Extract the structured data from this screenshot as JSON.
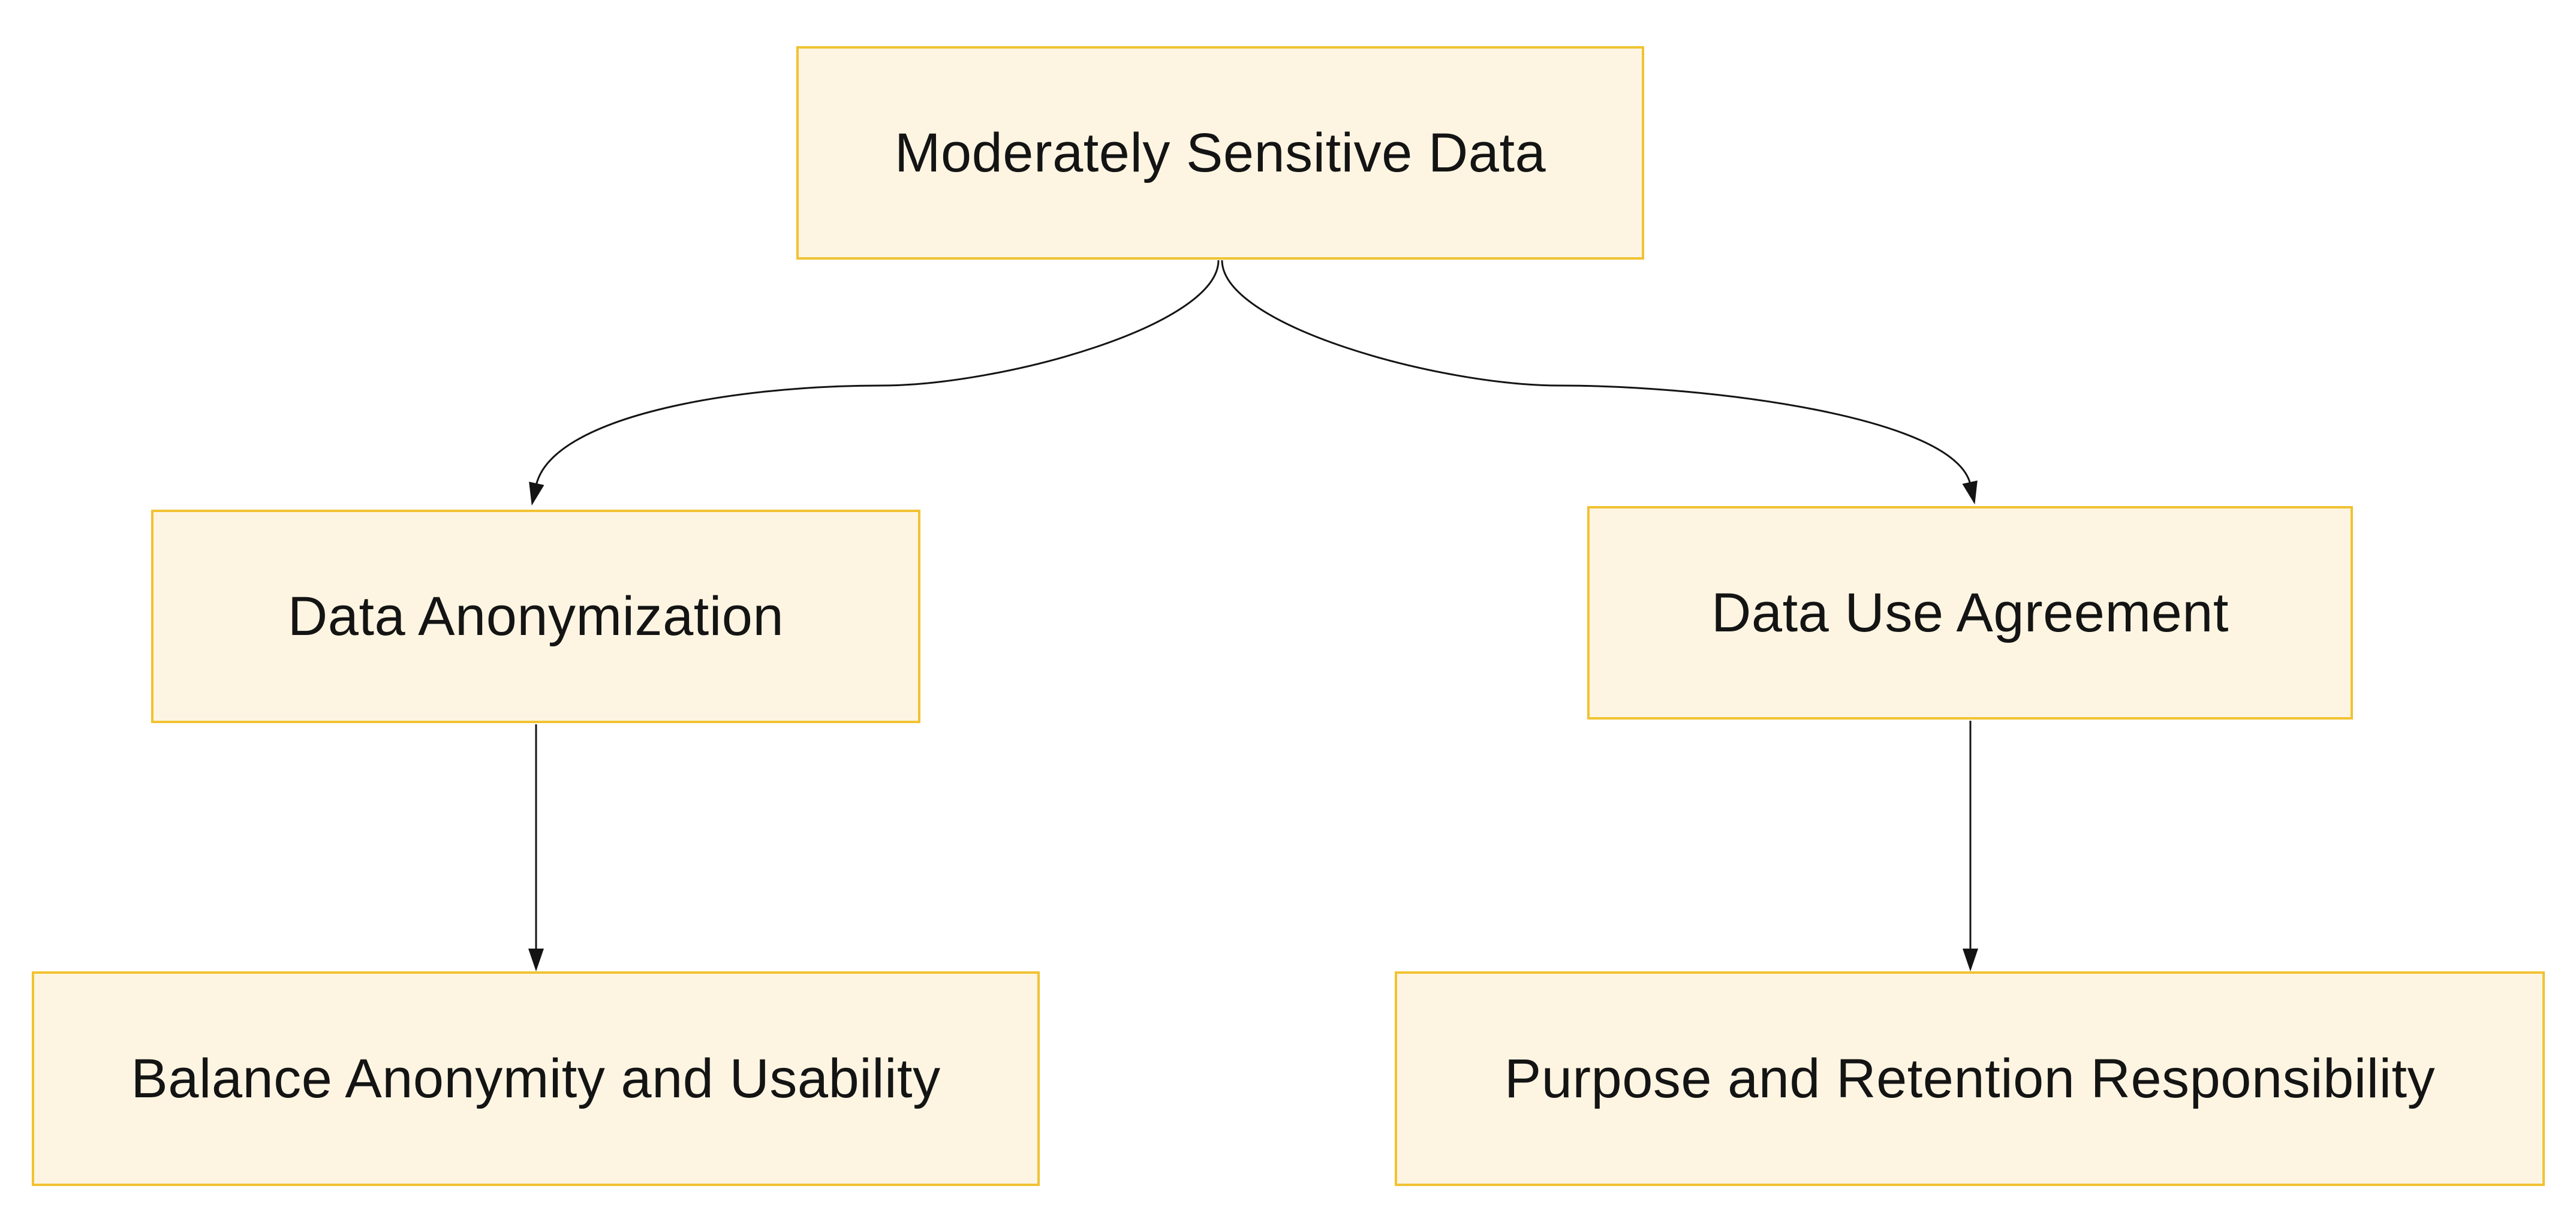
{
  "diagram": {
    "type": "flowchart",
    "direction": "top-down",
    "nodes": {
      "root": {
        "label": "Moderately Sensitive Data"
      },
      "anonymization": {
        "label": "Data Anonymization"
      },
      "agreement": {
        "label": "Data Use Agreement"
      },
      "balance": {
        "label": "Balance Anonymity and Usability"
      },
      "purpose": {
        "label": "Purpose and Retention Responsibility"
      }
    },
    "edges": [
      {
        "from": "root",
        "to": "anonymization"
      },
      {
        "from": "root",
        "to": "agreement"
      },
      {
        "from": "anonymization",
        "to": "balance"
      },
      {
        "from": "agreement",
        "to": "purpose"
      }
    ],
    "colors": {
      "node_fill": "#FDF5E2",
      "node_border": "#F1C232",
      "edge": "#141414",
      "text": "#141414",
      "background": "#FFFFFF"
    }
  }
}
